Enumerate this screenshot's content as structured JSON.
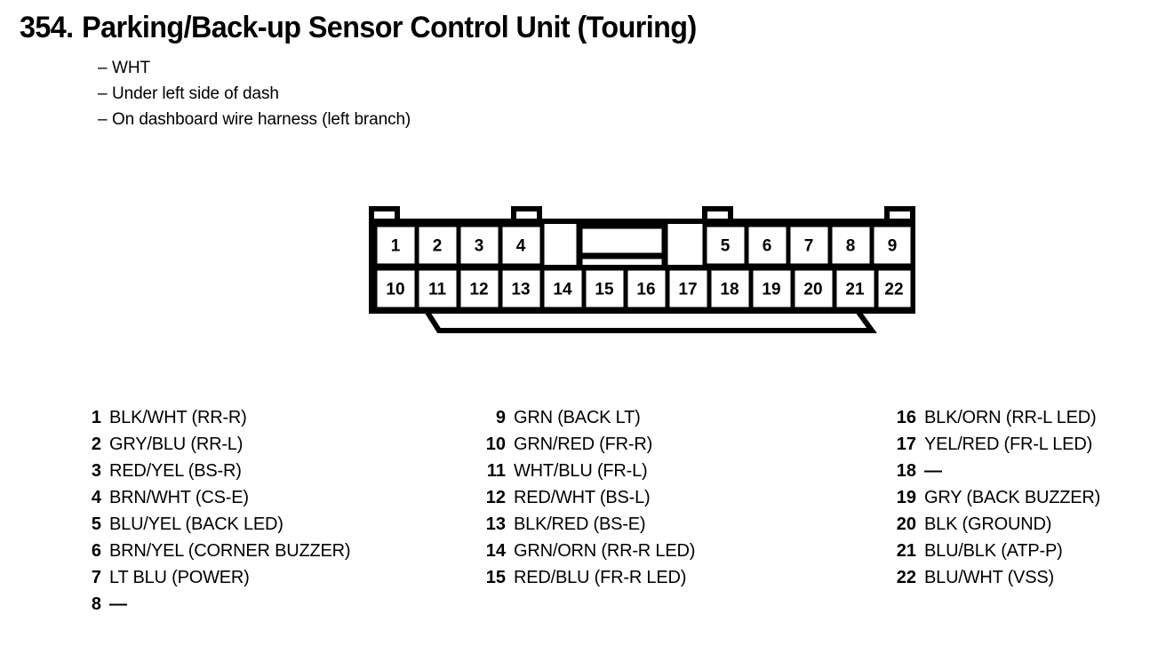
{
  "header": {
    "number": "354.",
    "title": "Parking/Back-up Sensor Control Unit (Touring)",
    "notes": [
      {
        "dash": "–",
        "text": "WHT"
      },
      {
        "dash": "–",
        "text": "Under left side of dash"
      },
      {
        "dash": "–",
        "text": "On dashboard wire harness (left branch)"
      }
    ]
  },
  "connector": {
    "name": "22-pin-connector",
    "total_pins": 22,
    "top_row": [
      "1",
      "2",
      "3",
      "4",
      "5",
      "6",
      "7",
      "8",
      "9"
    ],
    "bottom_row": [
      "10",
      "11",
      "12",
      "13",
      "14",
      "15",
      "16",
      "17",
      "18",
      "19",
      "20",
      "21",
      "22"
    ],
    "locking_tabs": 4,
    "center_keyway": "rectangular keyway with slot above pins 15-16",
    "outline_color": "#000000",
    "fill_color": "#ffffff"
  },
  "legend": {
    "columns": [
      {
        "name": "legend-column-1",
        "rows": [
          {
            "pin": "1",
            "desc": "BLK/WHT (RR-R)"
          },
          {
            "pin": "2",
            "desc": "GRY/BLU (RR-L)"
          },
          {
            "pin": "3",
            "desc": "RED/YEL (BS-R)"
          },
          {
            "pin": "4",
            "desc": "BRN/WHT (CS-E)"
          },
          {
            "pin": "5",
            "desc": "BLU/YEL (BACK LED)"
          },
          {
            "pin": "6",
            "desc": "BRN/YEL (CORNER BUZZER)"
          },
          {
            "pin": "7",
            "desc": "LT BLU (POWER)"
          },
          {
            "pin": "8",
            "desc": "—"
          }
        ]
      },
      {
        "name": "legend-column-2",
        "rows": [
          {
            "pin": "9",
            "desc": "GRN (BACK LT)"
          },
          {
            "pin": "10",
            "desc": "GRN/RED (FR-R)"
          },
          {
            "pin": "11",
            "desc": "WHT/BLU (FR-L)"
          },
          {
            "pin": "12",
            "desc": "RED/WHT (BS-L)"
          },
          {
            "pin": "13",
            "desc": "BLK/RED (BS-E)"
          },
          {
            "pin": "14",
            "desc": "GRN/ORN (RR-R LED)"
          },
          {
            "pin": "15",
            "desc": "RED/BLU (FR-R LED)"
          }
        ]
      },
      {
        "name": "legend-column-3",
        "rows": [
          {
            "pin": "16",
            "desc": "BLK/ORN (RR-L LED)"
          },
          {
            "pin": "17",
            "desc": "YEL/RED (FR-L LED)"
          },
          {
            "pin": "18",
            "desc": "—"
          },
          {
            "pin": "19",
            "desc": "GRY (BACK BUZZER)"
          },
          {
            "pin": "20",
            "desc": "BLK (GROUND)"
          },
          {
            "pin": "21",
            "desc": "BLU/BLK (ATP-P)"
          },
          {
            "pin": "22",
            "desc": "BLU/WHT (VSS)"
          }
        ]
      }
    ]
  }
}
